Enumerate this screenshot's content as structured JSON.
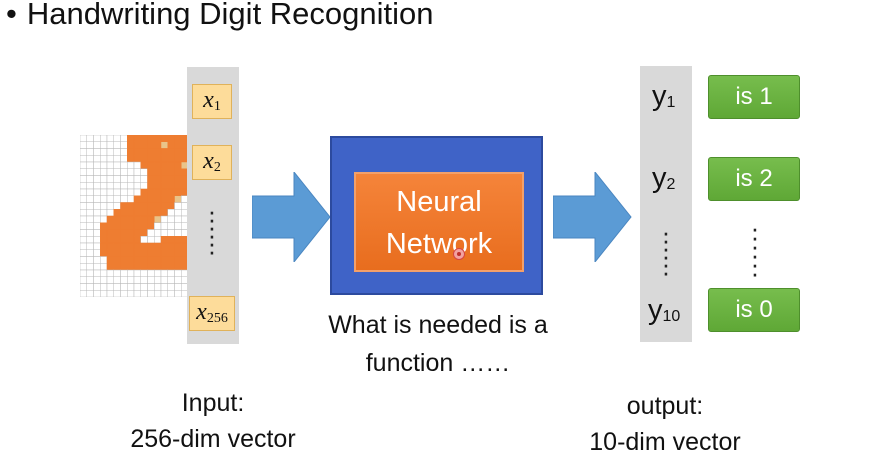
{
  "title": "Handwriting Digit Recognition",
  "bullet": "•",
  "input_vector": {
    "items": [
      {
        "symbol": "x",
        "index": "1"
      },
      {
        "symbol": "x",
        "index": "2"
      },
      {
        "symbol": "x",
        "index": "256"
      }
    ],
    "ellipsis": "⋮"
  },
  "network": {
    "line1": "Neural",
    "line2": "Network"
  },
  "caption": {
    "line1": "What is needed is a",
    "line2": "function ……"
  },
  "output_vector": {
    "items": [
      {
        "symbol": "y",
        "index": "1",
        "label": "is 1"
      },
      {
        "symbol": "y",
        "index": "2",
        "label": "is 2"
      },
      {
        "symbol": "y",
        "index": "10",
        "label": "is 0"
      }
    ],
    "ellipsis": "⋮"
  },
  "input_label": {
    "line1": "Input:",
    "line2": "256-dim vector"
  },
  "output_label": {
    "line1": "output:",
    "line2": "10-dim vector"
  },
  "colors": {
    "network_outer": "#3f63c7",
    "network_inner": "#e86d1e",
    "output_button": "#66af3b",
    "arrow": "#5b9bd5",
    "vector_cell": "#fddc9a",
    "digit_fill": "#ee7d31"
  }
}
